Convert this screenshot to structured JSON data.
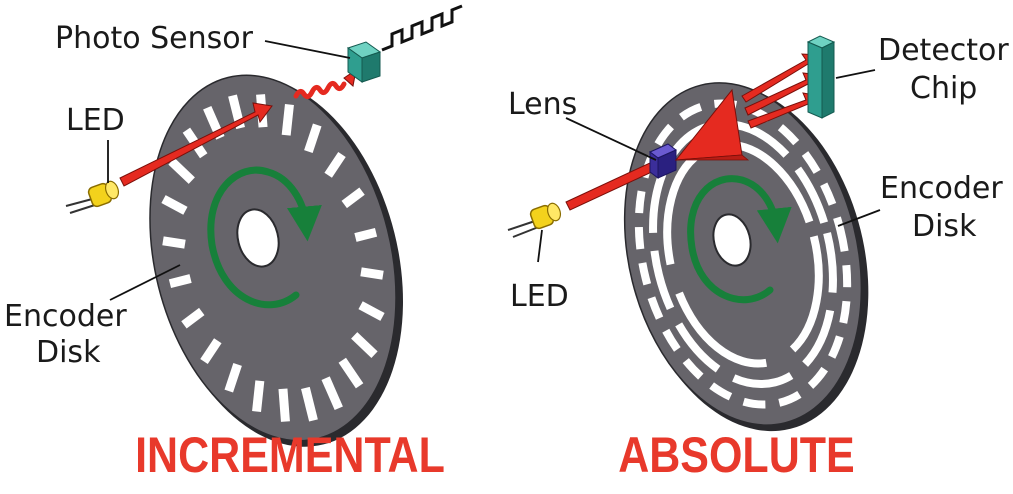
{
  "colors": {
    "disk": "#66646a",
    "disk_edge": "#2a2a2e",
    "hole": "#ffffff",
    "beam": "#e52a20",
    "beam_edge": "#7a0f0a",
    "arrow": "#17803a",
    "sensor": "#2f9e8f",
    "led": "#f3d21c",
    "lens": "#3b2e9a",
    "title": "#e8392b",
    "text": "#1a1a1a"
  },
  "incremental": {
    "title": "INCREMENTAL",
    "labels": {
      "photo_sensor": "Photo Sensor",
      "led": "LED",
      "encoder_line1": "Encoder",
      "encoder_line2": "Disk"
    },
    "icons": [
      "encoder-disk-icon",
      "led-icon",
      "light-beam-icon",
      "photo-sensor-icon",
      "square-wave-icon",
      "rotation-arrow-icon"
    ]
  },
  "absolute": {
    "title": "ABSOLUTE",
    "labels": {
      "detector_line1": "Detector",
      "detector_line2": "Chip",
      "lens": "Lens",
      "encoder_line1": "Encoder",
      "encoder_line2": "Disk",
      "led": "LED"
    },
    "icons": [
      "encoder-disk-icon",
      "led-icon",
      "lens-icon",
      "light-fan-icon",
      "detector-chip-icon",
      "rotation-arrow-icon"
    ]
  }
}
